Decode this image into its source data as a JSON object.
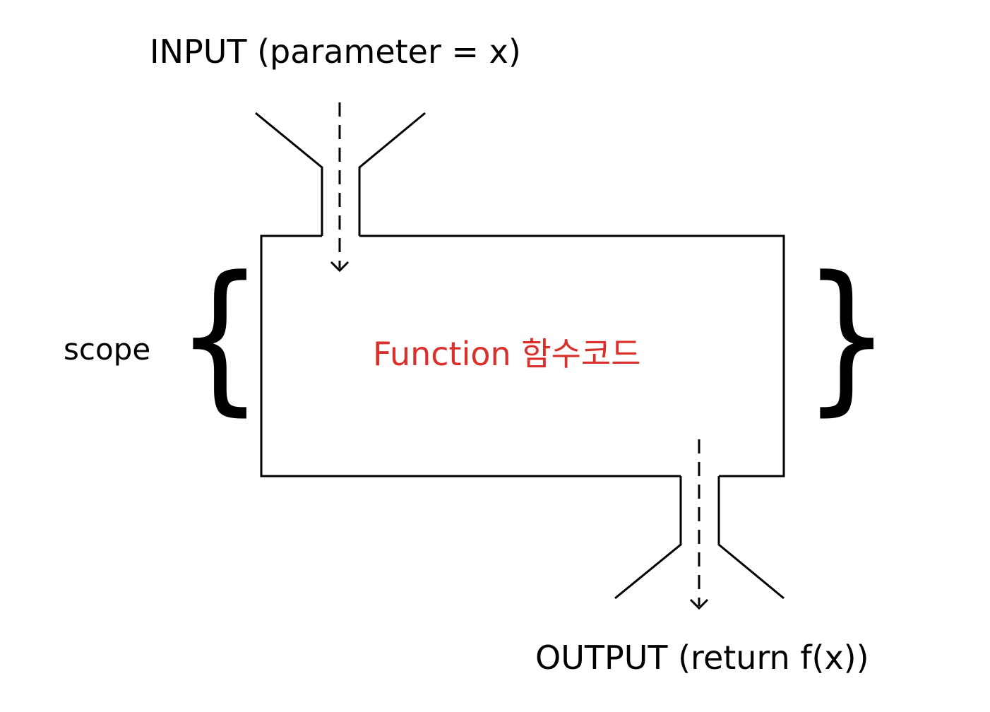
{
  "input_label": "INPUT (parameter = x)",
  "output_label": "OUTPUT (return f(x))",
  "scope_label": "scope",
  "function_label": "Function 함수코드",
  "left_brace": "{",
  "right_brace": "}",
  "colors": {
    "line": "#000000",
    "function_text": "#d9302c",
    "background": "#ffffff"
  }
}
